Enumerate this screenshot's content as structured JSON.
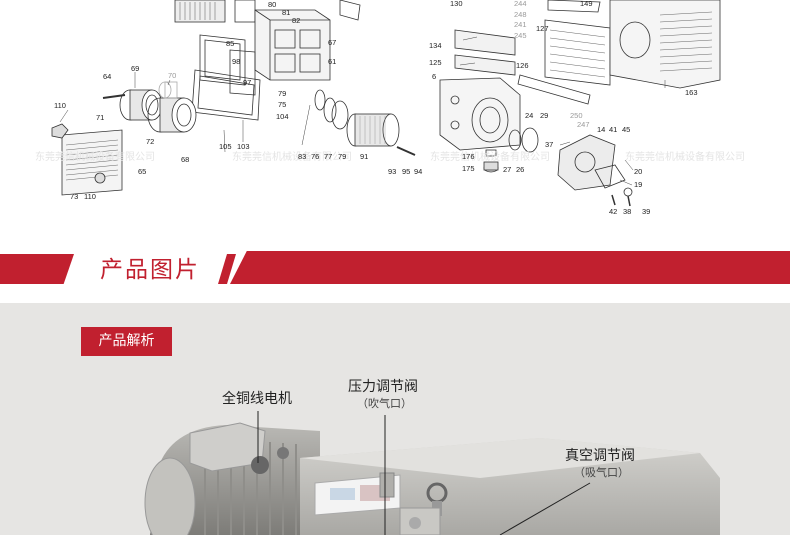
{
  "exploded_diagram": {
    "part_numbers": [
      "130",
      "244",
      "248",
      "241",
      "245",
      "149",
      "127",
      "80",
      "81",
      "82",
      "85",
      "134",
      "67",
      "61",
      "98",
      "97",
      "125",
      "126",
      "64",
      "69",
      "70",
      "6",
      "110",
      "71",
      "72",
      "79",
      "75",
      "104",
      "83",
      "76",
      "77",
      "79",
      "91",
      "24",
      "29",
      "250",
      "247",
      "14",
      "41",
      "45",
      "37",
      "105",
      "103",
      "68",
      "65",
      "176",
      "175",
      "27",
      "26",
      "93",
      "95",
      "94",
      "163",
      "20",
      "19",
      "73",
      "110",
      "42",
      "38",
      "39"
    ],
    "watermark": "东莞莞信机械设备有限公司"
  },
  "section": {
    "title": "产品图片"
  },
  "product_photo": {
    "tag": "产品解析",
    "callouts": [
      {
        "label": "全铜线电机",
        "sub": ""
      },
      {
        "label": "压力调节阀",
        "sub": "（吹气口）"
      },
      {
        "label": "真空调节阀",
        "sub": "（吸气口）"
      }
    ]
  },
  "colors": {
    "accent": "#c1202f",
    "photo_bg": "#e6e5e3"
  }
}
